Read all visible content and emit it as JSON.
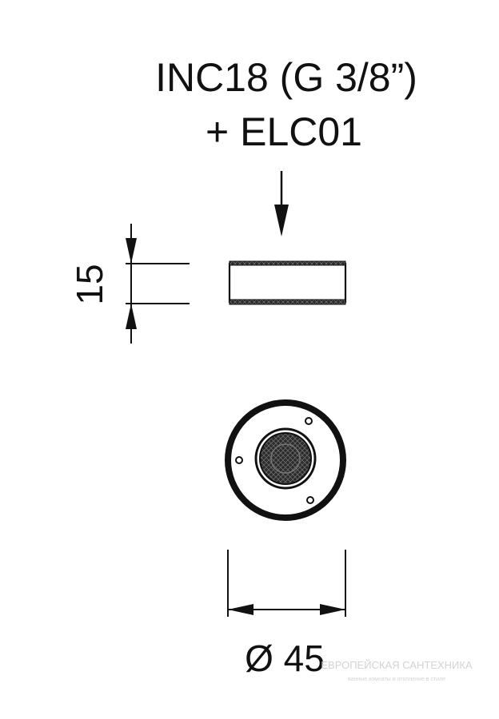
{
  "labels": {
    "part_line1": "INC18 (G 3/8”)",
    "part_line2": "+ ELC01",
    "height_dim": "15",
    "diameter_dim": "Ø 45"
  },
  "watermark": {
    "line1": "ЕВРОПЕЙСКАЯ САНТЕХНИКА",
    "line2": "ванные комнаты и отопление в стиле"
  },
  "colors": {
    "ink": "#111111",
    "watermark": "#d3d3d3"
  }
}
